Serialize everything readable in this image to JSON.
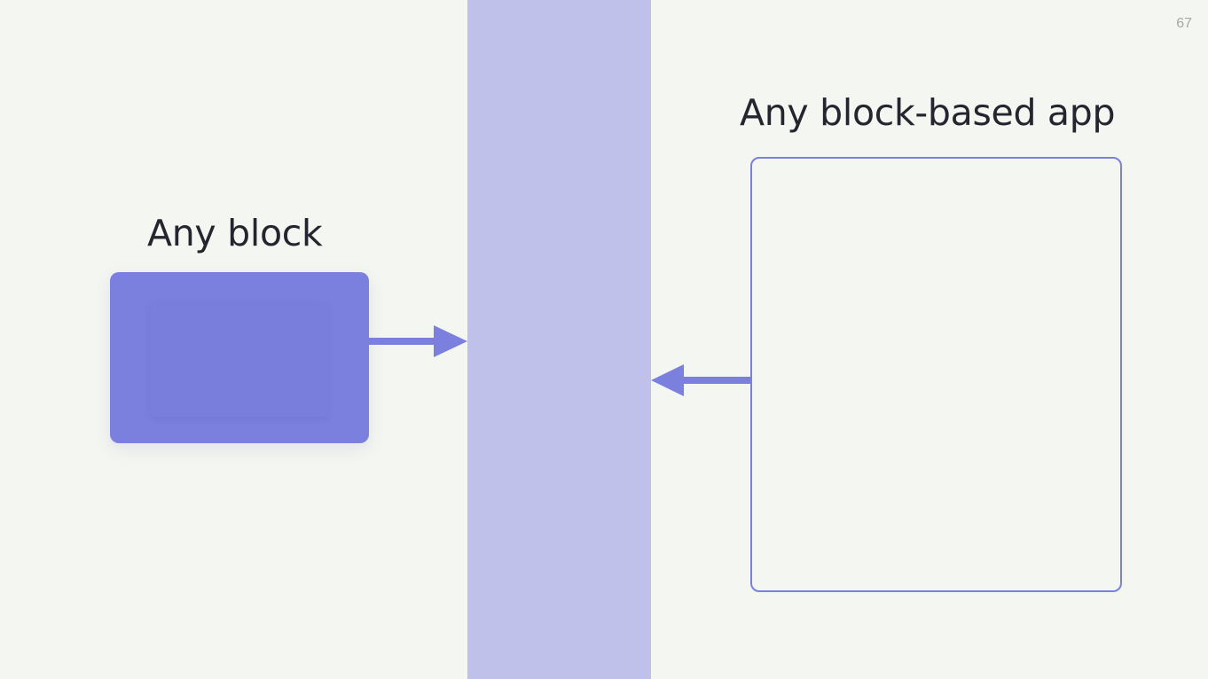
{
  "slide": {
    "page_number": "67",
    "left_label": "Any block",
    "right_label": "Any block-based app"
  },
  "colors": {
    "background": "#f4f6f1",
    "band": "#bfc1ea",
    "accent": "#7b80de",
    "block_inner": "#797ddc",
    "text": "#25252f"
  },
  "icons": {
    "block_to_band": "arrow-right-icon",
    "app_to_band": "arrow-left-icon"
  }
}
